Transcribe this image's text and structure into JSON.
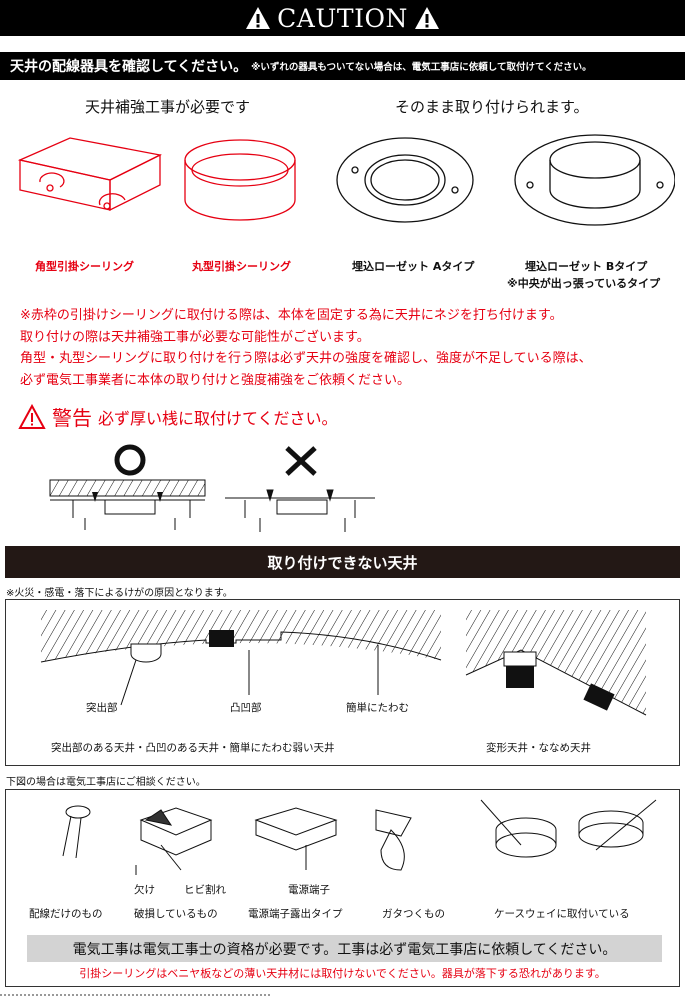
{
  "header": {
    "title": "CAUTION",
    "icon": "warning-triangle-icon"
  },
  "check_bar": {
    "main": "天井の配線器具を確認してください。",
    "sub": "※いずれの器具もついてない場合は、電気工事店に依頼して取付けてください。"
  },
  "groups": {
    "left": "天井補強工事が必要です",
    "right": "そのまま取り付けられます。"
  },
  "fixtures": [
    {
      "label": "角型引掛シーリング",
      "color": "#e60012"
    },
    {
      "label": "丸型引掛シーリング",
      "color": "#e60012"
    },
    {
      "label": "埋込ローゼット Aタイプ"
    },
    {
      "label": "埋込ローゼット Bタイプ",
      "note": "※中央が出っ張っているタイプ"
    }
  ],
  "notice_lines": [
    "※赤枠の引掛けシーリングに取付ける際は、本体を固定する為に天井にネジを打ち付けます。",
    "取り付けの際は天井補強工事が必要な可能性がございます。",
    "角型・丸型シーリングに取り付けを行う際は必ず天井の強度を確認し、強度が不足している際は、",
    "必ず電気工事業者に本体の取り付けと強度補強をご依頼ください。"
  ],
  "warning": {
    "title": "警告",
    "text": "必ず厚い桟に取付けてください。"
  },
  "unsuitable": {
    "title": "取り付けできない天井",
    "note": "※火災・感電・落下によるけがの原因となります。",
    "callouts": [
      "突出部",
      "凸凹部",
      "簡単にたわむ"
    ],
    "caption_left": "突出部のある天井・凸凹のある天井・簡単にたわむ弱い天井",
    "caption_right": "変形天井・ななめ天井"
  },
  "consult": {
    "note": "下図の場合は電気工事店にご相談ください。",
    "callouts": [
      "欠け",
      "ヒビ割れ",
      "電源端子"
    ],
    "items": [
      "配線だけのもの",
      "破損しているもの",
      "電源端子露出タイプ",
      "ガタつくもの",
      "ケースウェイに取付いている"
    ],
    "gray_notice": "電気工事は電気工事士の資格が必要です。工事は必ず電気工事店に依頼してください。",
    "red_notice": "引掛シーリングはベニヤ板などの薄い天井材には取付けないでください。器具が落下する恐れがあります。"
  },
  "colors": {
    "red": "#e60012",
    "black": "#000000",
    "gray": "#d3d3d3"
  }
}
